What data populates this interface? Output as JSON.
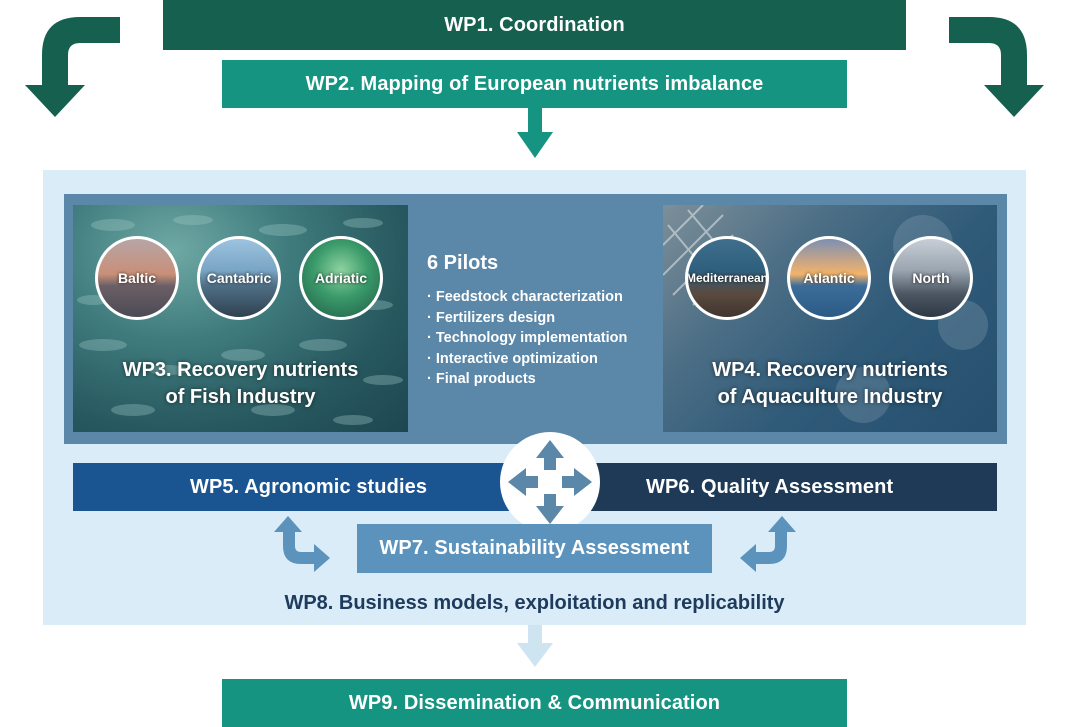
{
  "wp1": "WP1. Coordination",
  "wp2": "WP2. Mapping of European nutrients imbalance",
  "wp3": {
    "line1": "WP3. Recovery nutrients",
    "line2": "of Fish Industry"
  },
  "wp4": {
    "line1": "WP4. Recovery nutrients",
    "line2": "of Aquaculture Industry"
  },
  "fish_sites": [
    "Baltic",
    "Cantabric",
    "Adriatic"
  ],
  "aquaculture_sites": [
    "Mediterranean",
    "Atlantic",
    "North"
  ],
  "pilots": {
    "title": "6 Pilots",
    "items": [
      "· Feedstock characterization",
      "· Fertilizers design",
      "· Technology implementation",
      "· Interactive optimization",
      "· Final products"
    ]
  },
  "wp5": "WP5. Agronomic studies",
  "wp6": "WP6. Quality Assessment",
  "wp7": "WP7. Sustainability Assessment",
  "wp8": "WP8. Business models, exploitation and replicability",
  "wp9": "WP9. Dissemination & Communication",
  "colors": {
    "dark_green": "#16604f",
    "teal": "#169482",
    "light_blue_panel": "#d9ecf7",
    "steel_blue_panel": "#5b87a8",
    "navy": "#1b5591",
    "dark_navy": "#1e3a56",
    "mid_blue": "#5b93bd"
  }
}
